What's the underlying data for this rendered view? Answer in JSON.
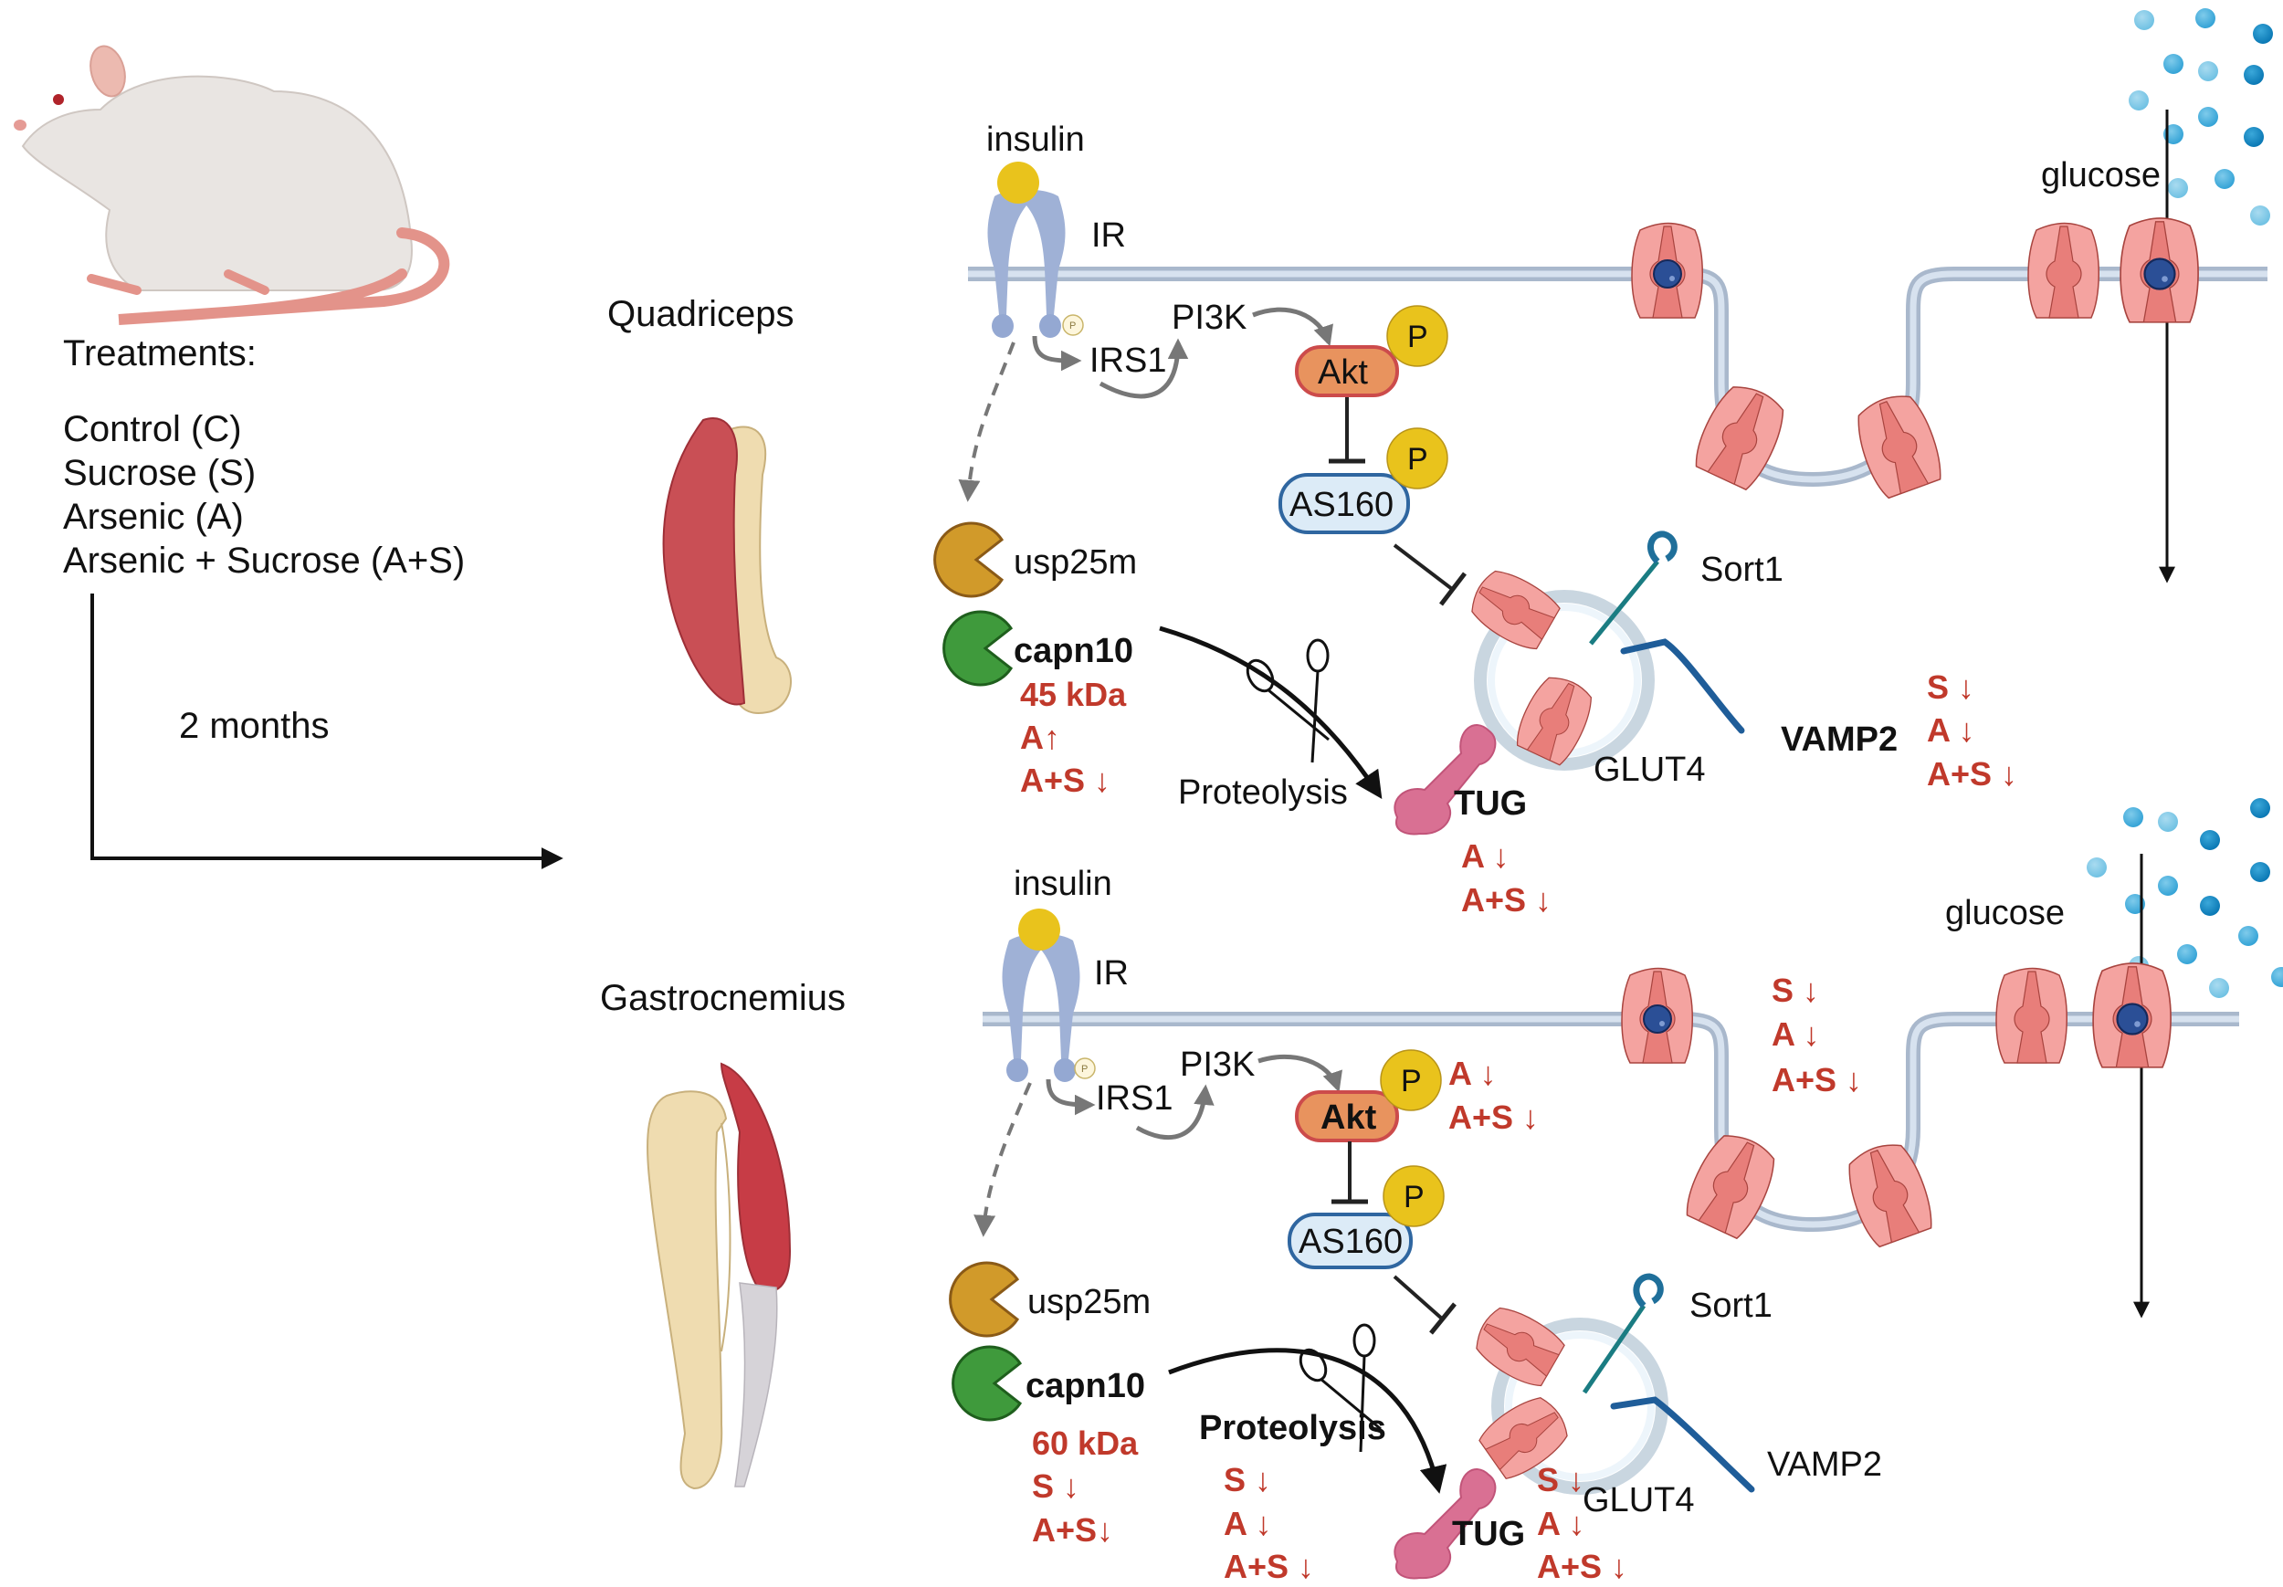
{
  "left": {
    "treatments_title": "Treatments:",
    "treatments": [
      "Control (C)",
      "Sucrose (S)",
      "Arsenic (A)",
      "Arsenic + Sucrose (A+S)"
    ],
    "duration": "2 months"
  },
  "muscles": {
    "top": "Quadriceps",
    "bottom": "Gastrocnemius"
  },
  "colors": {
    "effect_red": "#c0392b",
    "membrane": "#c9d6e6",
    "glut4": "#f4a3a0",
    "akt": "#e8935e",
    "as160": "#dcebf7",
    "phospho": "#e9c31c",
    "usp25m": "#d19a2a",
    "capn10": "#3f9a3c",
    "tug": "#d97093"
  },
  "quadriceps_panel": {
    "insulin": "insulin",
    "ir": "IR",
    "p_small": "P",
    "irs1": "IRS1",
    "pi3k": "PI3K",
    "akt": "Akt",
    "akt_p": "P",
    "as160": "AS160",
    "as160_p": "P",
    "usp25m": "usp25m",
    "capn10": "capn10",
    "capn10_effects": [
      "45 kDa",
      "A↑",
      "A+S ↓"
    ],
    "proteolysis": "Proteolysis",
    "tug": "TUG",
    "tug_effects": [
      "A ↓",
      "A+S ↓"
    ],
    "sort1": "Sort1",
    "glut4": "GLUT4",
    "vamp2": "VAMP2",
    "vamp2_effects": [
      "S ↓",
      "A ↓",
      "A+S ↓"
    ],
    "glucose": "glucose"
  },
  "gastrocnemius_panel": {
    "insulin": "insulin",
    "ir": "IR",
    "p_small": "P",
    "irs1": "IRS1",
    "pi3k": "PI3K",
    "akt": "Akt",
    "akt_p": "P",
    "akt_effects": [
      "A ↓",
      "A+S ↓"
    ],
    "as160": "AS160",
    "as160_p": "P",
    "usp25m": "usp25m",
    "capn10": "capn10",
    "capn10_effects": [
      "60 kDa",
      "S ↓",
      "A+S↓"
    ],
    "proteolysis": "Proteolysis",
    "proteolysis_effects": [
      "S ↓",
      "A ↓",
      "A+S ↓"
    ],
    "tug": "TUG",
    "glut4": "GLUT4",
    "glut4_effects": [
      "S ↓",
      "A ↓",
      "A+S ↓"
    ],
    "membrane_glut4_effects": [
      "S ↓",
      "A ↓",
      "A+S ↓"
    ],
    "sort1": "Sort1",
    "vamp2": "VAMP2",
    "glucose": "glucose"
  }
}
